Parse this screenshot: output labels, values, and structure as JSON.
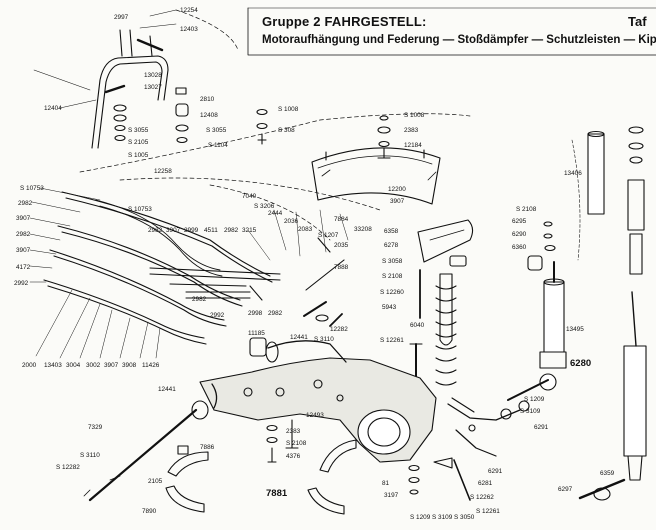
{
  "header": {
    "group": "Gruppe 2 FAHRGESTELL:",
    "plate": "Taf",
    "subtitle": "Motoraufhängung und Federung — Stoßdämpfer — Schutzleisten — Kippstü"
  },
  "labels": [
    "2997",
    "12254",
    "12403",
    "12404",
    "13028",
    "13027",
    "S 3055",
    "S 2105",
    "S 1005",
    "12258",
    "2810",
    "12408",
    "S 3055",
    "S 1104",
    "S 1008",
    "S 308",
    "S 1008",
    "2383",
    "12184",
    "S 10753",
    "2982",
    "3907",
    "2982",
    "3907",
    "4172",
    "2992",
    "S 10753",
    "7040",
    "S 3206",
    "2444",
    "2036",
    "2083",
    "S 1207",
    "7884",
    "33208",
    "2035",
    "7888",
    "2982",
    "3907",
    "2999",
    "4511",
    "2982",
    "3215",
    "2982",
    "2998",
    "2982",
    "2992",
    "2000",
    "13403",
    "3004",
    "3002",
    "3907",
    "3908",
    "11426",
    "12200",
    "3907",
    "6358",
    "6278",
    "S 3058",
    "S 2108",
    "S 12260",
    "5943",
    "6040",
    "S 12261",
    "S 2108",
    "6295",
    "6290",
    "6360",
    "13406",
    "13495",
    "6280",
    "11185",
    "12441",
    "12282",
    "S 3110",
    "12493",
    "12441",
    "7329",
    "S 3110",
    "S 12282",
    "7886",
    "7890",
    "2383",
    "S 2108",
    "4376",
    "7881",
    "2105",
    "S 1209",
    "S 3109",
    "6291",
    "6291",
    "6281",
    "S 12262",
    "S 12261",
    "S 1209",
    "S 3109",
    "S 3050",
    "3197",
    "6359",
    "6297",
    "81"
  ]
}
